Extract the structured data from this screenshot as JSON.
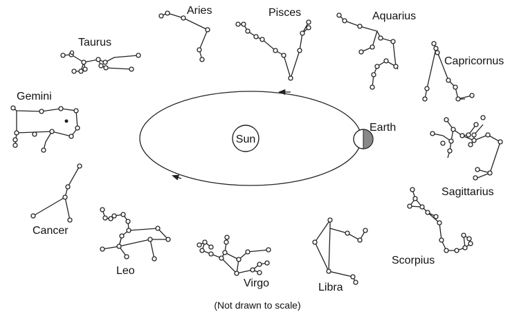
{
  "diagram": {
    "sun_label": "Sun",
    "earth_label": "Earth",
    "note": "(Not drawn to scale)",
    "constellations": [
      {
        "key": "aries",
        "label": "Aries"
      },
      {
        "key": "pisces",
        "label": "Pisces"
      },
      {
        "key": "aquarius",
        "label": "Aquarius"
      },
      {
        "key": "taurus",
        "label": "Taurus"
      },
      {
        "key": "capricornus",
        "label": "Capricornus"
      },
      {
        "key": "gemini",
        "label": "Gemini"
      },
      {
        "key": "sagittarius",
        "label": "Sagittarius"
      },
      {
        "key": "cancer",
        "label": "Cancer"
      },
      {
        "key": "scorpius",
        "label": "Scorpius"
      },
      {
        "key": "leo",
        "label": "Leo"
      },
      {
        "key": "virgo",
        "label": "Virgo"
      },
      {
        "key": "libra",
        "label": "Libra"
      }
    ],
    "colors": {
      "line": "#222222",
      "earth_shadow": "#888888",
      "background": "#ffffff"
    }
  }
}
